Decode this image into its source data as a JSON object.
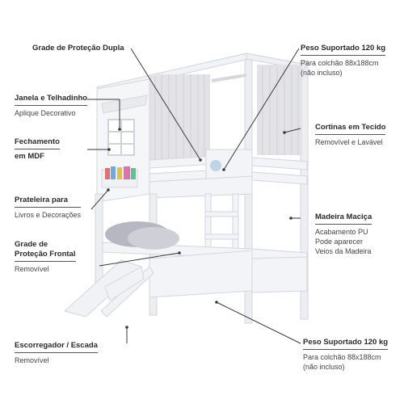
{
  "labels": {
    "grade_dupla": {
      "title": "Grade de Proteção Dupla"
    },
    "janela": {
      "title": "Janela e Telhadinho",
      "sub": "Aplique Decorativo"
    },
    "fechamento": {
      "title": "Fechamento",
      "sub": "em MDF"
    },
    "prateleira": {
      "title": "Prateleira para",
      "sub": "Livros e Decorações"
    },
    "grade_frontal": {
      "title": "Grade de",
      "title2": "Proteção Frontal",
      "sub": "Removível"
    },
    "escorregador": {
      "title": "Escorregador / Escada",
      "sub": "Removível"
    },
    "peso_top": {
      "title": "Peso Suportado 120 kg",
      "sub": "Para colchão 88x188cm",
      "sub2": "(não incluso)"
    },
    "cortinas": {
      "title": "Cortinas em Tecido",
      "sub": "Removível e Lavável"
    },
    "madeira": {
      "title": "Madeira Maciça",
      "sub": "Acabamento PU",
      "sub2": "Pode aparecer",
      "sub3": "Veios da Madeira"
    },
    "peso_bottom": {
      "title": "Peso Suportado 120 kg",
      "sub": "Para colchão 88x188cm",
      "sub2": "(não incluso)"
    }
  },
  "colors": {
    "bed": "#f3f3f5",
    "bed_edge": "#d6d8de",
    "curtain": "#e4e4e8",
    "pillow": "#b9b9c4",
    "line": "#3a3a3a"
  }
}
